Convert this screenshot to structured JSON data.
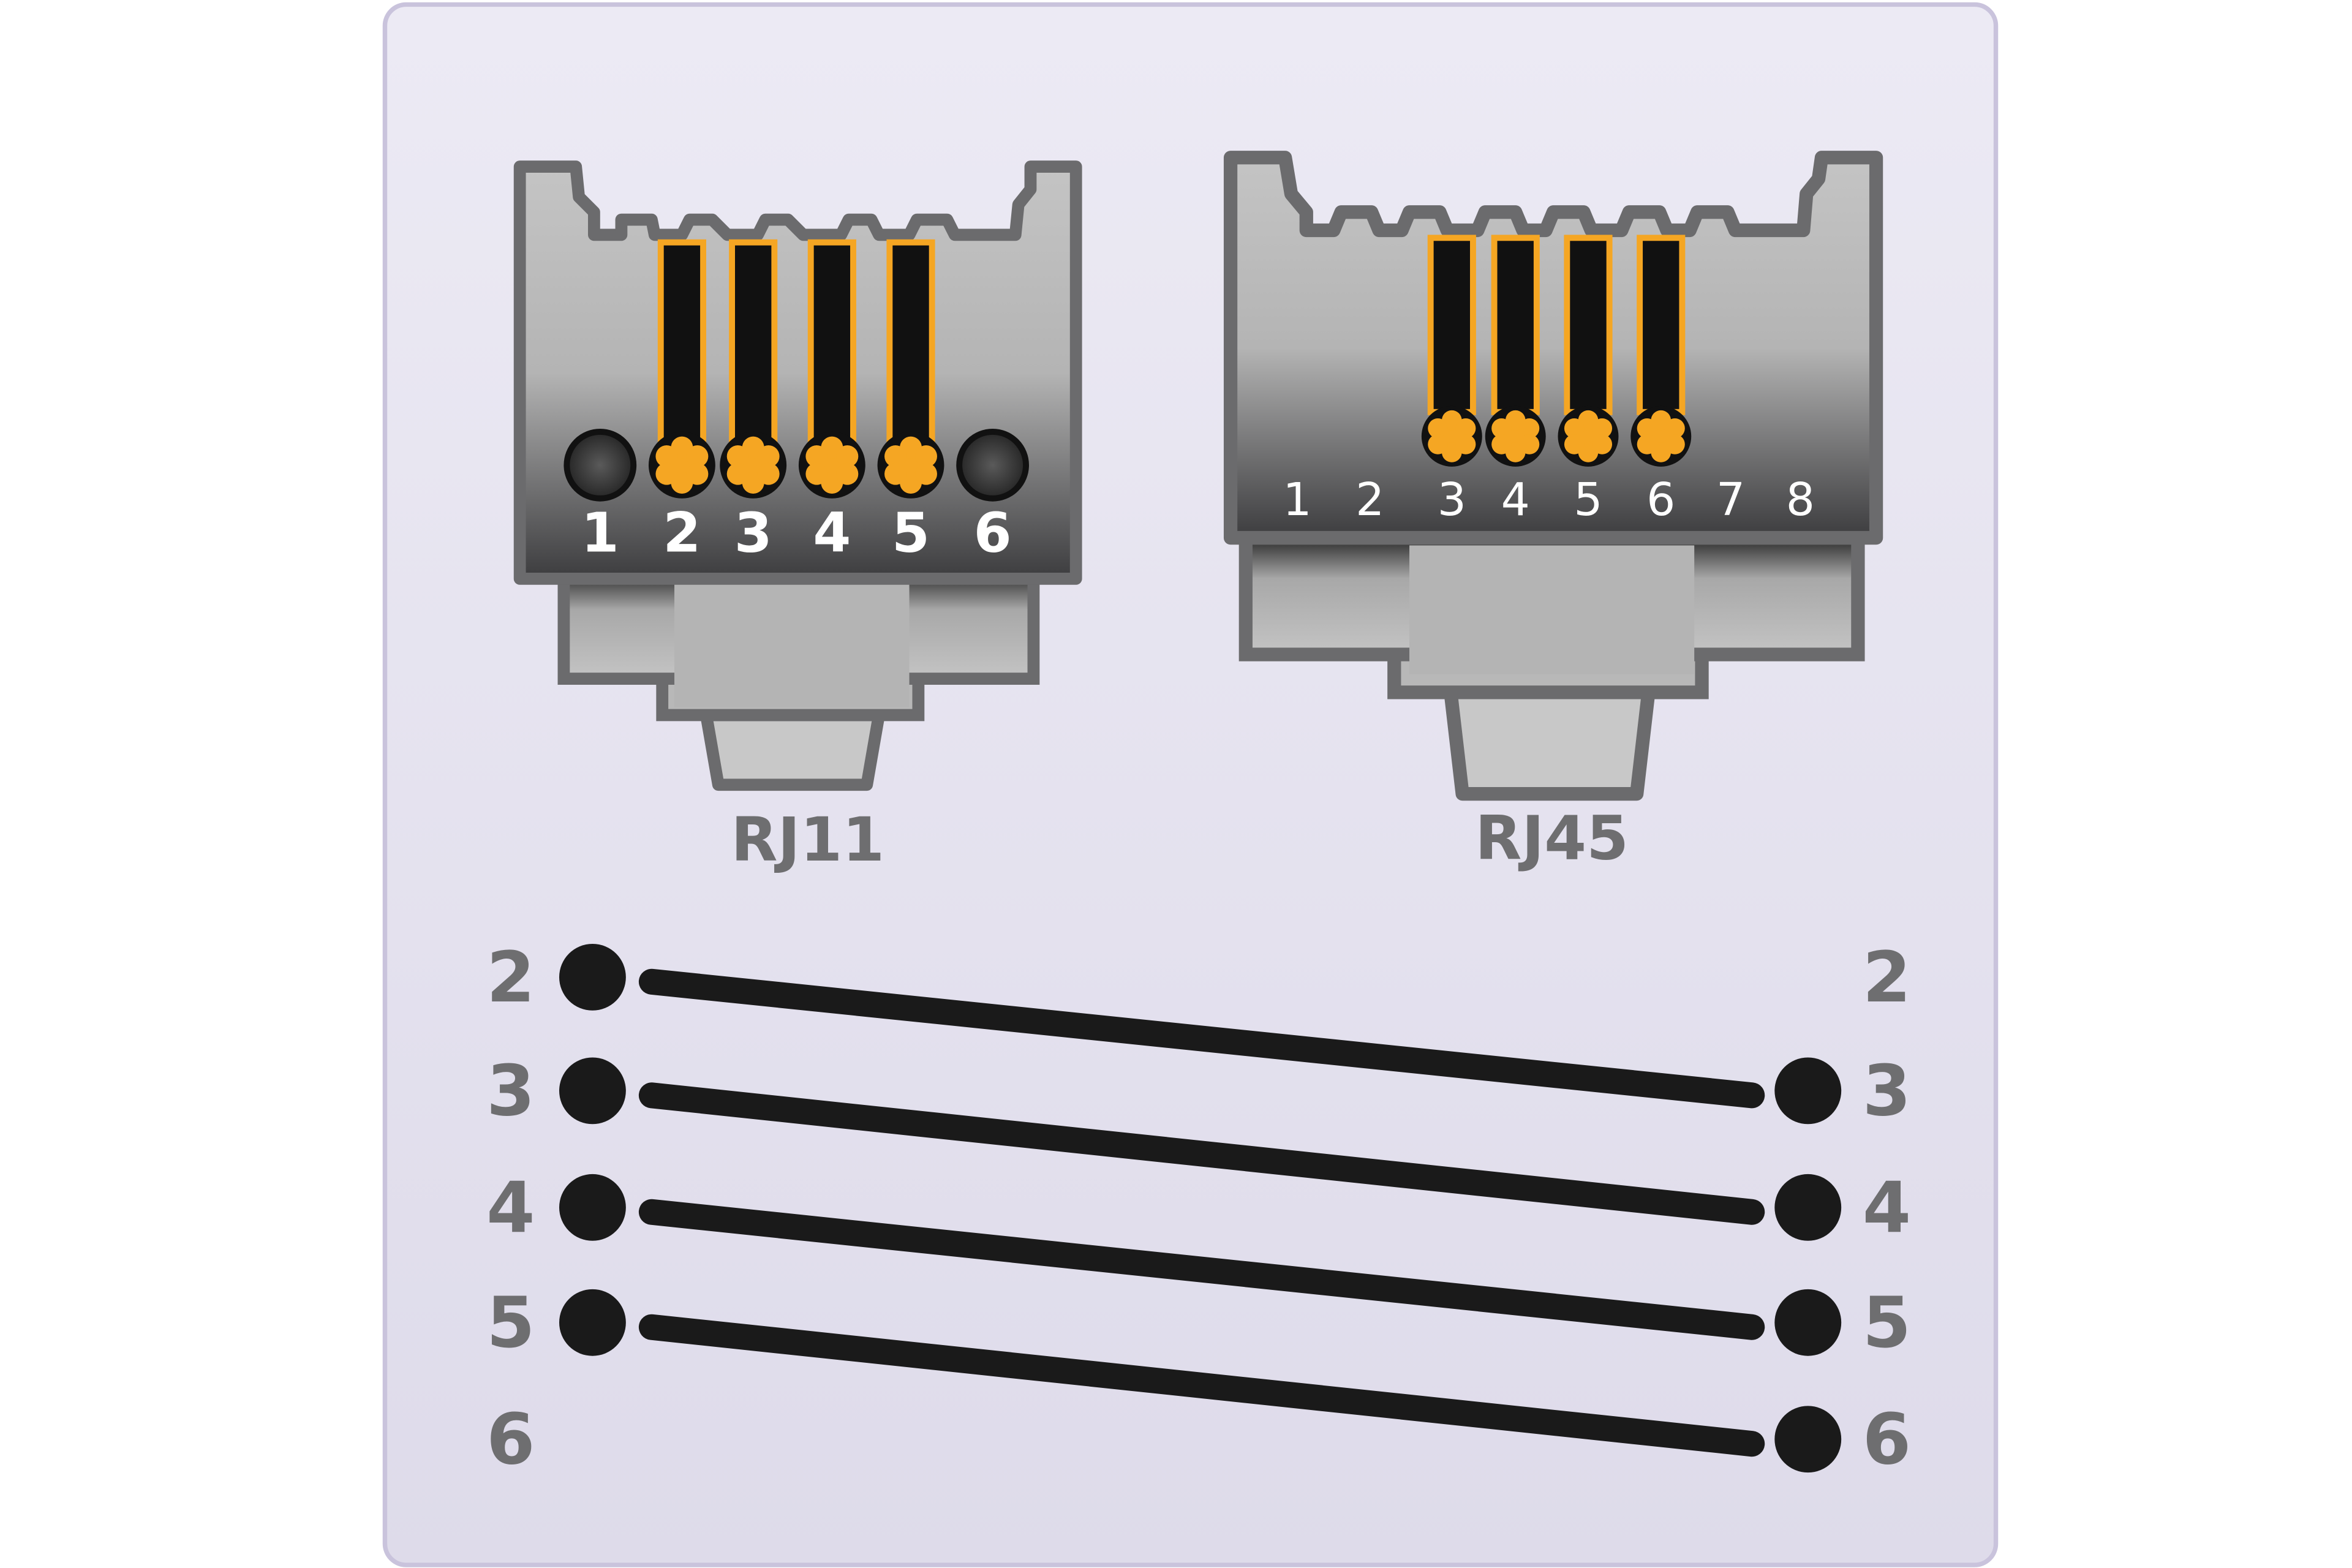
{
  "rj11": {
    "label": "RJ11",
    "pins": [
      "1",
      "2",
      "3",
      "4",
      "5",
      "6"
    ],
    "wired_pins": [
      "2",
      "3",
      "4",
      "5"
    ]
  },
  "rj45": {
    "label": "RJ45",
    "pins": [
      "1",
      "2",
      "3",
      "4",
      "5",
      "6",
      "7",
      "8"
    ],
    "wired_pins": [
      "3",
      "4",
      "5",
      "6"
    ]
  },
  "wiring": {
    "left_labels": [
      "2",
      "3",
      "4",
      "5",
      "6"
    ],
    "right_labels": [
      "2",
      "3",
      "4",
      "5",
      "6"
    ],
    "left_dots": [
      "2",
      "3",
      "4",
      "5"
    ],
    "right_dots": [
      "3",
      "4",
      "5",
      "6"
    ],
    "connections": [
      {
        "from": "2",
        "to": "3"
      },
      {
        "from": "3",
        "to": "4"
      },
      {
        "from": "4",
        "to": "5"
      },
      {
        "from": "5",
        "to": "6"
      }
    ]
  },
  "colors": {
    "panel": "#e6e3f0",
    "panel_border": "#c9c3dc",
    "plug_gray": "#bcbcbc",
    "plug_outline": "#6b6b6d",
    "contact_gold": "#f5a623",
    "wire": "#1a1a1a",
    "label_gray": "#6e6e70"
  }
}
